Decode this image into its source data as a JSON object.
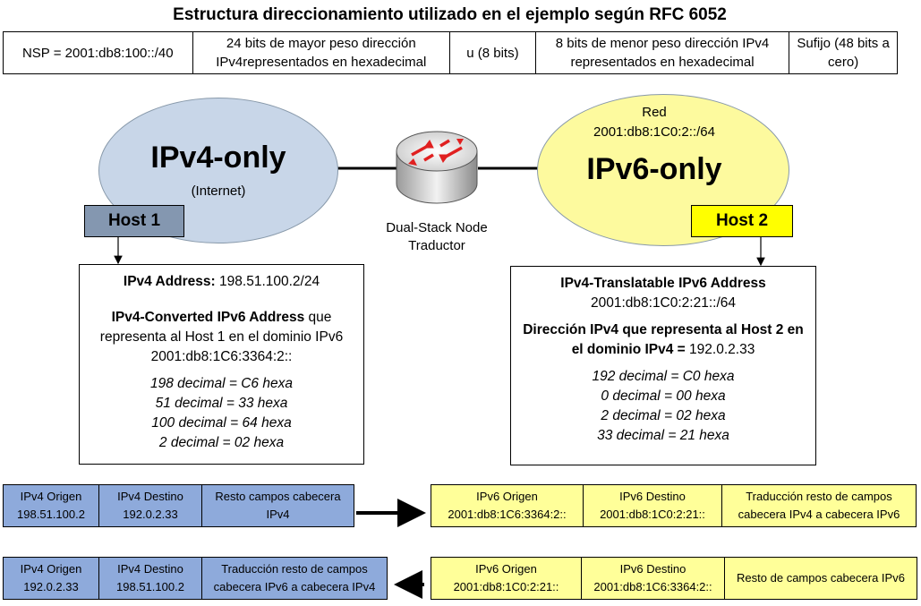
{
  "title": "Estructura direccionamiento utilizado en el ejemplo según RFC 6052",
  "structure": [
    "NSP = 2001:db8:100::/40",
    "24 bits de mayor peso dirección IPv4representados en hexadecimal",
    "u (8 bits)",
    "8 bits de menor peso dirección IPv4 representados en hexadecimal",
    "Sufijo (48 bits a cero)"
  ],
  "ipv4_network": {
    "name": "IPv4-only",
    "sub": "(Internet)"
  },
  "ipv6_network": {
    "name": "IPv6-only",
    "red_label": "Red",
    "prefix": "2001:db8:1C0:2::/64"
  },
  "router": {
    "line1": "Dual-Stack Node",
    "line2": "Traductor"
  },
  "host1": {
    "label": "Host 1",
    "addr_label": "IPv4 Address:",
    "addr_value": "198.51.100.2/24",
    "converted_bold": "IPv4-Converted IPv6 Address",
    "converted_rest1": " que",
    "converted_line2": "representa al Host 1 en el dominio IPv6",
    "converted_value": "2001:db8:1C6:3364:2::",
    "conversions": [
      "198 decimal = C6 hexa",
      "51 decimal = 33 hexa",
      "100 decimal = 64 hexa",
      "2 decimal = 02 hexa"
    ]
  },
  "host2": {
    "label": "Host 2",
    "addr_label": "IPv4-Translatable IPv6 Address",
    "addr_value": "2001:db8:1C0:2:21::/64",
    "ipv4_line1": "Dirección IPv4 que representa al Host 2 en",
    "ipv4_line2": "el dominio IPv4 = ",
    "ipv4_value": "192.0.2.33",
    "conversions": [
      "192 decimal = C0 hexa",
      "0 decimal = 00 hexa",
      "2 decimal = 02 hexa",
      "33 decimal = 21 hexa"
    ]
  },
  "row1": {
    "ipv4": [
      {
        "l1": "IPv4 Origen",
        "l2": "198.51.100.2"
      },
      {
        "l1": "IPv4 Destino",
        "l2": "192.0.2.33"
      },
      {
        "l1": "Resto campos cabecera",
        "l2": "IPv4"
      }
    ],
    "ipv6": [
      {
        "l1": "IPv6 Origen",
        "l2": "2001:db8:1C6:3364:2::"
      },
      {
        "l1": "IPv6 Destino",
        "l2": "2001:db8:1C0:2:21::"
      },
      {
        "l1": "Traducción resto de campos",
        "l2": "cabecera IPv4 a cabecera IPv6"
      }
    ]
  },
  "row2": {
    "ipv4": [
      {
        "l1": "IPv4 Origen",
        "l2": "192.0.2.33"
      },
      {
        "l1": "IPv4 Destino",
        "l2": "198.51.100.2"
      },
      {
        "l1": "Traducción resto de campos",
        "l2": "cabecera IPv6 a cabecera IPv4"
      }
    ],
    "ipv6": [
      {
        "l1": "IPv6 Origen",
        "l2": "2001:db8:1C0:2:21::"
      },
      {
        "l1": "IPv6 Destino",
        "l2": "2001:db8:1C6:3364:2::"
      },
      {
        "l1": "Resto de campos cabecera IPv6",
        "l2": ""
      }
    ]
  },
  "colors": {
    "ipv4_fill": "#c8d6e8",
    "ipv6_fill": "#fdfa9e",
    "host1_fill": "#8497b0",
    "host2_fill": "#ffff00",
    "ipv4_header": "#8eaadb",
    "ipv6_header": "#ffff99"
  }
}
